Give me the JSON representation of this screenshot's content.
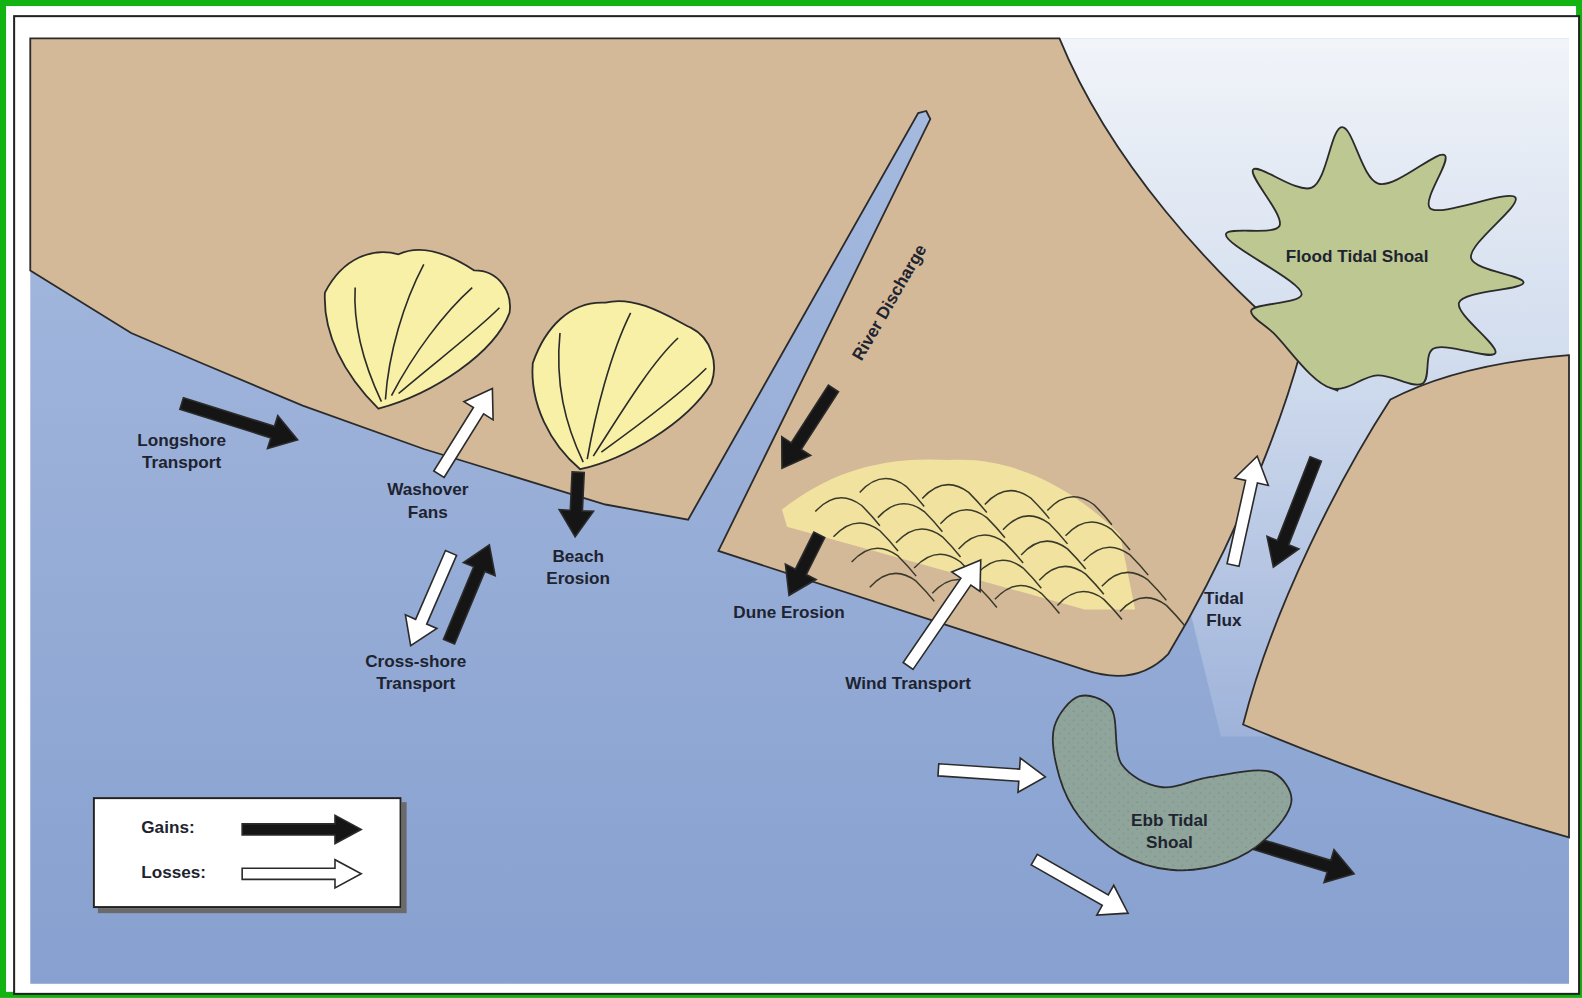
{
  "diagram": {
    "nodes": [
      {
        "text": [
          "Flood Tidal Shoal"
        ]
      },
      {
        "text": [
          "Ebb Tidal Shoal"
        ]
      }
    ],
    "labels": [
      "Longshore Transport",
      "Washover Fans",
      "Beach Erosion",
      "River Discharge",
      "Cross-shore Transport",
      "Dune Erosion",
      "Wind Transport",
      "Tidal Flux"
    ],
    "legend": [
      {
        "text": "Gains:"
      },
      {
        "text": "Losses:"
      }
    ]
  }
}
